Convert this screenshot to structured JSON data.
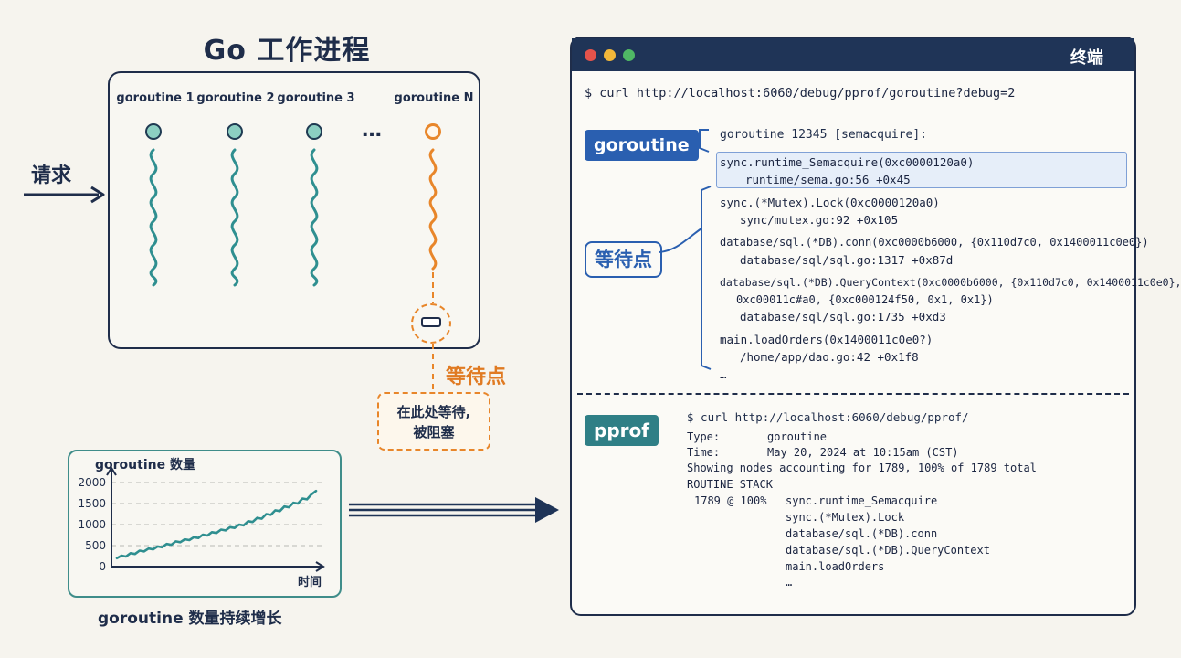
{
  "left": {
    "title": "Go 工作进程",
    "request_label": "请求",
    "goroutines": [
      {
        "label": "goroutine 1",
        "state": "running"
      },
      {
        "label": "goroutine 2",
        "state": "running"
      },
      {
        "label": "goroutine 3",
        "state": "running"
      },
      {
        "label": "goroutine N",
        "state": "waiting"
      }
    ],
    "ellipsis": "…",
    "wait_point_label": "等待点",
    "wait_note_line1": "在此处等待,",
    "wait_note_line2": "被阻塞"
  },
  "chart": {
    "caption": "goroutine 数量持续增长",
    "chart_data": {
      "type": "line",
      "title": "goroutine 数量",
      "xlabel": "时间",
      "ylabel": "",
      "ylim": [
        0,
        2000
      ],
      "yticks": [
        0,
        500,
        1000,
        1500,
        2000
      ],
      "grid": true,
      "x": [
        0,
        1,
        2,
        3,
        4,
        5,
        6,
        7,
        8,
        9,
        10,
        11,
        12,
        13,
        14,
        15,
        16,
        17,
        18,
        19,
        20,
        21,
        22,
        23,
        24,
        25,
        26,
        27,
        28,
        29,
        30,
        31,
        32,
        33,
        34,
        35,
        36,
        37,
        38,
        39,
        40,
        41,
        42,
        43,
        44
      ],
      "series": [
        {
          "values": [
            200,
            260,
            240,
            320,
            300,
            380,
            360,
            430,
            410,
            480,
            460,
            540,
            520,
            600,
            580,
            650,
            630,
            700,
            680,
            760,
            740,
            820,
            800,
            880,
            860,
            940,
            920,
            1000,
            980,
            1080,
            1060,
            1160,
            1140,
            1250,
            1230,
            1340,
            1320,
            1430,
            1410,
            1520,
            1500,
            1620,
            1600,
            1720,
            1800
          ]
        }
      ],
      "color": "#2f8f90"
    }
  },
  "terminal": {
    "title": "终端",
    "command1": "$ curl http://localhost:6060/debug/pprof/goroutine?debug=2",
    "tag_goroutine": "goroutine",
    "tag_wait": "等待点",
    "stack_header": "goroutine 12345 [semacquire]:",
    "frames": [
      {
        "func": "sync.runtime_Semacquire(0xc0000120a0)",
        "file": "runtime/sema.go:56 +0x45"
      },
      {
        "func": "sync.(*Mutex).Lock(0xc0000120a0)",
        "file": "sync/mutex.go:92 +0x105"
      },
      {
        "func": "database/sql.(*DB).conn(0xc0000b6000, {0x110d7c0, 0x1400011c0e0})",
        "file": "database/sql/sql.go:1317 +0x87d"
      },
      {
        "func": "database/sql.(*DB).QueryContext(0xc0000b6000, {0x110d7c0, 0x1400011c0e0},",
        "func2": "0xc00011c#a0, {0xc000124f50, 0x1, 0x1})",
        "file": "database/sql/sql.go:1735 +0xd3"
      },
      {
        "func": "main.loadOrders(0x1400011c0e0?)",
        "file": "/home/app/dao.go:42 +0x1f8"
      }
    ],
    "frames_more": "…",
    "tag_pprof": "pprof",
    "command2": "$ curl http://localhost:6060/debug/pprof/",
    "pprof_rows": [
      {
        "k": "Type:",
        "v": "goroutine"
      },
      {
        "k": "Time:",
        "v": "May 20, 2024 at 10:15am (CST)"
      }
    ],
    "pprof_nodes_line": "Showing nodes accounting for 1789, 100% of 1789 total",
    "pprof_header": "ROUTINE STACK",
    "pprof_count": "1789 @ 100%",
    "pprof_stack": [
      "sync.runtime_Semacquire",
      "sync.(*Mutex).Lock",
      "database/sql.(*DB).conn",
      "database/sql.(*DB).QueryContext",
      "main.loadOrders",
      "…"
    ]
  },
  "colors": {
    "navy": "#1f2d4a",
    "teal": "#2f8f90",
    "orange": "#e8862a",
    "blue": "#2a5fb0"
  }
}
